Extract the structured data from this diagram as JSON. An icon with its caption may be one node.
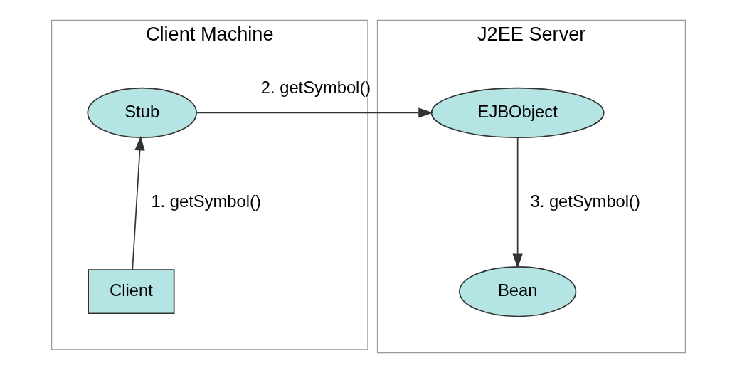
{
  "diagram": {
    "nodes": [
      {
        "text": [
          "Client Machine"
        ]
      },
      {
        "text": [
          "Stub"
        ],
        "in": 0
      },
      {
        "text": [
          "Client"
        ],
        "in": 0
      },
      {
        "text": [
          "J2EE Server"
        ]
      },
      {
        "text": [
          "EJBObject"
        ],
        "in": 3
      },
      {
        "text": [
          "Bean"
        ],
        "in": 3
      }
    ],
    "edges": [
      {
        "from": 2,
        "to": 1,
        "arrow": "to",
        "label": "1. getSymbol()"
      },
      {
        "from": 1,
        "to": 4,
        "arrow": "to",
        "label": "2. getSymbol()"
      },
      {
        "from": 4,
        "to": 5,
        "arrow": "to",
        "label": "3. getSymbol()"
      }
    ]
  }
}
